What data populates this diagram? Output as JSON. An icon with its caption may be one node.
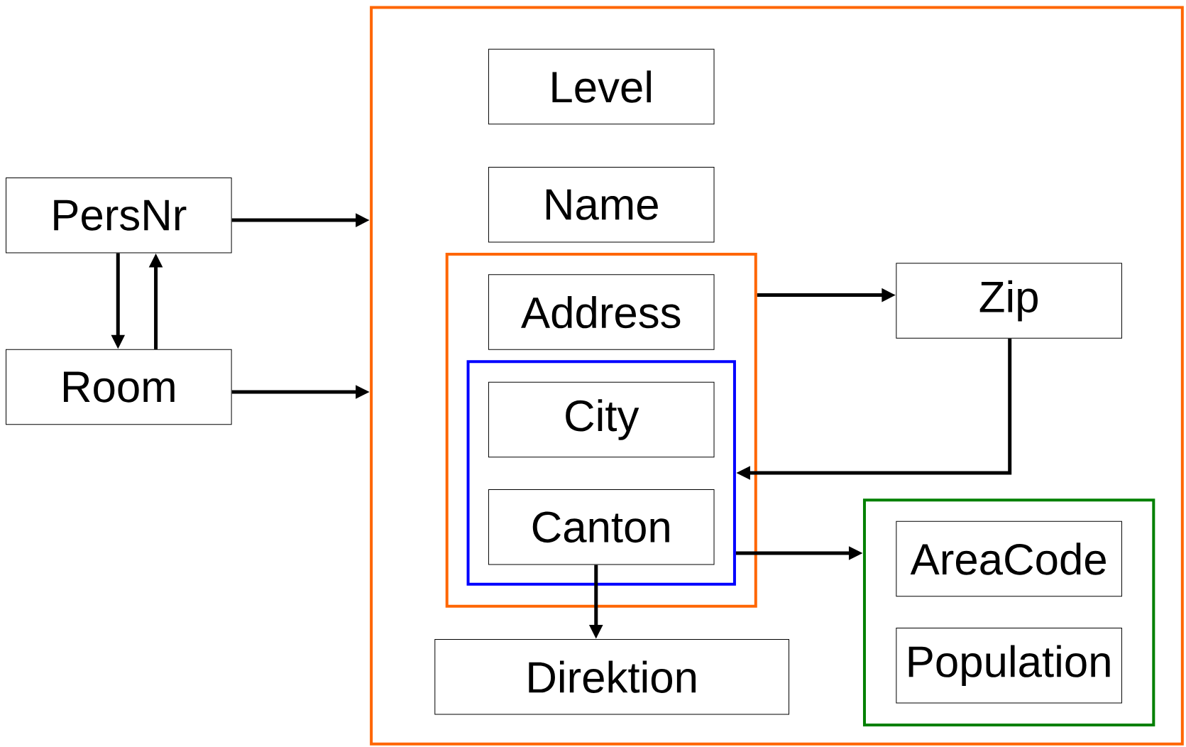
{
  "diagram": {
    "nodes": [
      {
        "text": [
          "PersNr"
        ]
      },
      {
        "text": [
          "Room"
        ]
      },
      {
        "text": [],
        "shape": "box"
      },
      {
        "text": [
          "Level"
        ],
        "in": 2
      },
      {
        "text": [
          "Name"
        ],
        "in": 2
      },
      {
        "text": [],
        "shape": "box",
        "in": 2
      },
      {
        "text": [
          "Address"
        ],
        "in": 5
      },
      {
        "text": [],
        "shape": "box",
        "in": 5
      },
      {
        "text": [
          "City"
        ],
        "in": 7
      },
      {
        "text": [
          "Canton"
        ],
        "in": 7
      },
      {
        "text": [
          "Direktion"
        ],
        "in": 2
      },
      {
        "text": [
          "Zip"
        ],
        "in": 2
      },
      {
        "text": [],
        "shape": "box",
        "in": 2
      },
      {
        "text": [
          "AreaCode"
        ],
        "in": 12
      },
      {
        "text": [
          "Population"
        ],
        "in": 12
      }
    ],
    "edges": [
      {
        "from": 0,
        "to": 2,
        "arrow": "to"
      },
      {
        "from": 1,
        "to": 2,
        "arrow": "to"
      },
      {
        "from": 0,
        "to": 1,
        "arrow": "to"
      },
      {
        "from": 1,
        "to": 0,
        "arrow": "to"
      },
      {
        "from": 5,
        "to": 11,
        "arrow": "to"
      },
      {
        "from": 11,
        "to": 7,
        "arrow": "to"
      },
      {
        "from": 7,
        "to": 12,
        "arrow": "to"
      },
      {
        "from": 9,
        "to": 10,
        "arrow": "to"
      }
    ]
  }
}
